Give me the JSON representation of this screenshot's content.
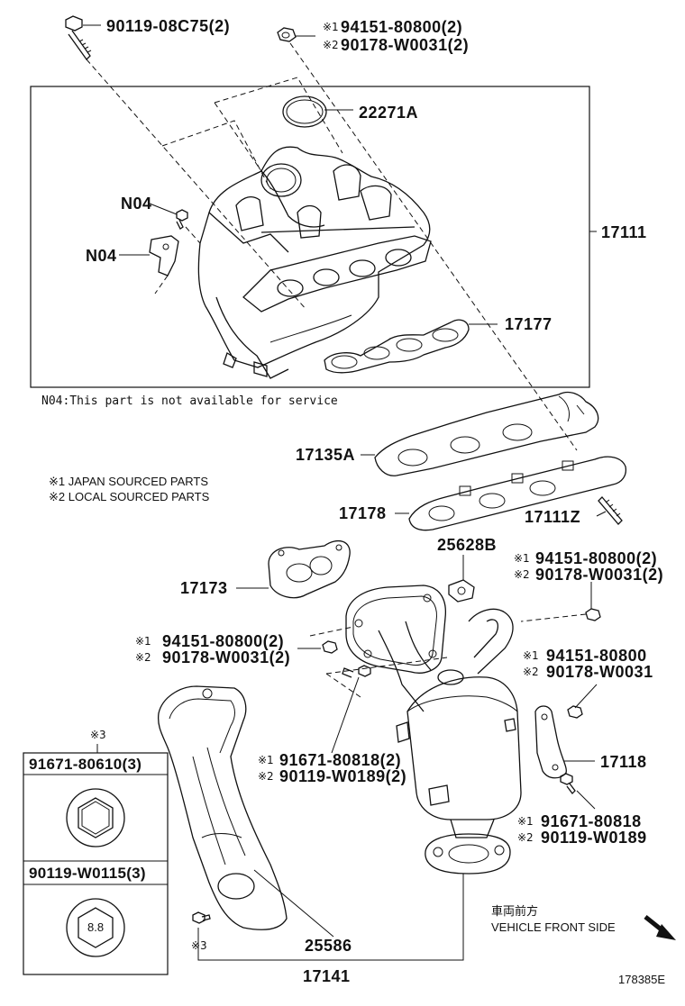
{
  "diagram": {
    "notes": {
      "n04_note": "N04:This part is not available for service",
      "legend_japan": "※1 JAPAN SOURCED PARTS",
      "legend_local": "※2 LOCAL SOURCED PARTS",
      "front_side_jp": "車両前方",
      "front_side_en": "VEHICLE FRONT SIDE",
      "drawing_number": "178385E"
    },
    "marks": {
      "m1": "※1",
      "m2": "※2",
      "m3": "※3"
    },
    "parts": {
      "bolt_top": "90119-08C75(2)",
      "nut_top_1": "94151-80800(2)",
      "nut_top_2": "90178-W0031(2)",
      "gasket_ring": "22271A",
      "n04_a": "N04",
      "n04_b": "N04",
      "manifold_assy": "17111",
      "gasket_intake": "17177",
      "insulator": "17135A",
      "gasket_exh": "17178",
      "stud": "17111Z",
      "bracket_b": "25628B",
      "nut_right_1": "94151-80800(2)",
      "nut_right_2": "90178-W0031(2)",
      "gasket_tail": "17173",
      "nut_left_1": "94151-80800(2)",
      "nut_left_2": "90178-W0031(2)",
      "nut_single_1": "94151-80800",
      "nut_single_2": "90178-W0031",
      "bolt_mid_1": "91671-80818(2)",
      "bolt_mid_2": "90119-W0189(2)",
      "stay": "17118",
      "bolt_stay_1": "91671-80818",
      "bolt_stay_2": "90119-W0189",
      "heat_shield": "25586",
      "converter": "17141"
    },
    "fastener_table": {
      "header_mark": "※3",
      "row1_label": "91671-80610(3)",
      "row2_label": "90119-W0115(3)",
      "row2_head_marking": "8.8"
    }
  }
}
